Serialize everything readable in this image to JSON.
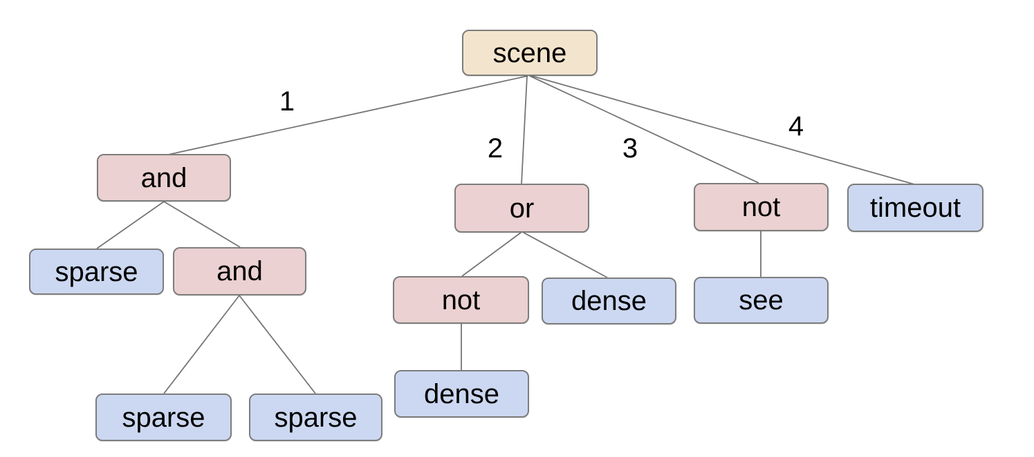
{
  "diagram": {
    "type": "tree",
    "nodes": [
      {
        "id": "scene",
        "label": "scene",
        "role": "root"
      },
      {
        "id": "and-1",
        "label": "and",
        "role": "operator"
      },
      {
        "id": "or-1",
        "label": "or",
        "role": "operator"
      },
      {
        "id": "not-1",
        "label": "not",
        "role": "operator"
      },
      {
        "id": "timeout",
        "label": "timeout",
        "role": "leaf"
      },
      {
        "id": "sparse-1",
        "label": "sparse",
        "role": "leaf"
      },
      {
        "id": "and-2",
        "label": "and",
        "role": "operator"
      },
      {
        "id": "not-2",
        "label": "not",
        "role": "operator"
      },
      {
        "id": "dense-1",
        "label": "dense",
        "role": "leaf"
      },
      {
        "id": "see-1",
        "label": "see",
        "role": "leaf"
      },
      {
        "id": "sparse-2",
        "label": "sparse",
        "role": "leaf"
      },
      {
        "id": "sparse-3",
        "label": "sparse",
        "role": "leaf"
      },
      {
        "id": "dense-2",
        "label": "dense",
        "role": "leaf"
      }
    ],
    "edge_labels": [
      "1",
      "2",
      "3",
      "4"
    ],
    "edges": [
      {
        "from": "scene",
        "to": "and-1",
        "label": "1"
      },
      {
        "from": "scene",
        "to": "or-1",
        "label": "2"
      },
      {
        "from": "scene",
        "to": "not-1",
        "label": "3"
      },
      {
        "from": "scene",
        "to": "timeout",
        "label": "4"
      },
      {
        "from": "and-1",
        "to": "sparse-1"
      },
      {
        "from": "and-1",
        "to": "and-2"
      },
      {
        "from": "and-2",
        "to": "sparse-2"
      },
      {
        "from": "and-2",
        "to": "sparse-3"
      },
      {
        "from": "or-1",
        "to": "not-2"
      },
      {
        "from": "or-1",
        "to": "dense-1"
      },
      {
        "from": "not-2",
        "to": "dense-2"
      },
      {
        "from": "not-1",
        "to": "see-1"
      }
    ],
    "colors": {
      "root_fill": "#f3e5cd",
      "operator_fill": "#ebd1d1",
      "leaf_fill": "#ccd8f1",
      "node_border": "#7d7d7d",
      "edge_stroke": "#757575",
      "text": "#000000",
      "background": "#ffffff"
    }
  }
}
